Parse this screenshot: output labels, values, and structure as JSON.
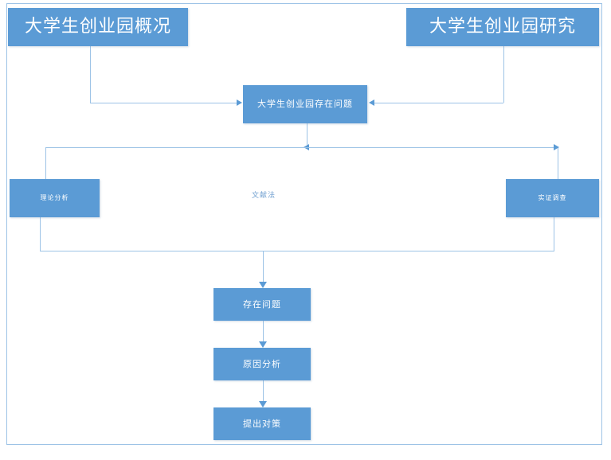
{
  "diagram": {
    "title_nodes": [
      {
        "id": "overview",
        "label": "大学生创业园概况"
      },
      {
        "id": "research",
        "label": "大学生创业园研究"
      }
    ],
    "problem_node": {
      "id": "problem",
      "label": "大学生创业园存在问题"
    },
    "method_nodes": [
      {
        "id": "theory",
        "label": "理论分析"
      },
      {
        "id": "survey",
        "label": "实证调查"
      }
    ],
    "method_label": {
      "id": "literature",
      "label": "文献法"
    },
    "chain_nodes": [
      {
        "id": "issues",
        "label": "存在问题"
      },
      {
        "id": "cause",
        "label": "原因分析"
      },
      {
        "id": "solution",
        "label": "提出对策"
      }
    ],
    "colors": {
      "node_fill": "#5b9bd5",
      "node_text": "#ffffff",
      "connector": "#9dc3e6",
      "arrow": "#5b9bd5",
      "canvas_border": "#9dc3e6",
      "label_text": "#6f9fd0",
      "background": "#ffffff"
    }
  }
}
